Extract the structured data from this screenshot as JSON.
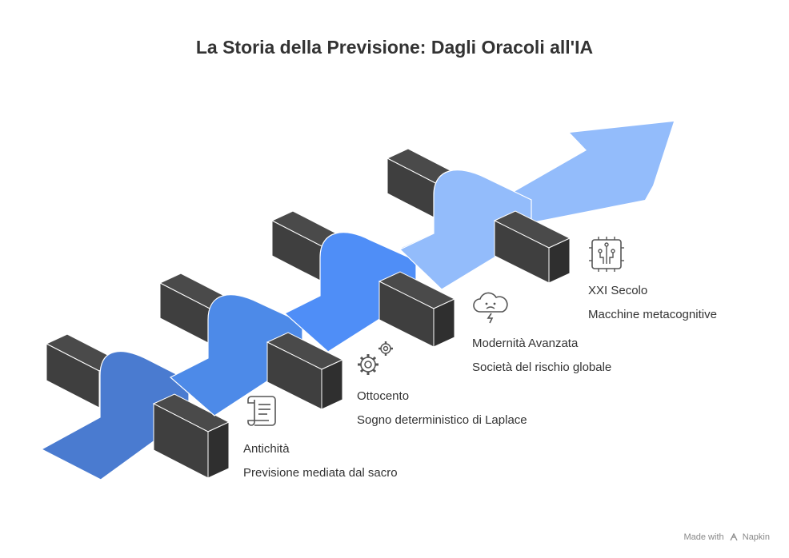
{
  "title": "La Storia della Previsione: Dagli Oracoli all'IA",
  "colors": {
    "ribbon_1": "#4a7bd0",
    "ribbon_2": "#4d8ae8",
    "ribbon_3": "#4f8ef7",
    "ribbon_4": "#93bcfb",
    "arrow": "#93bcfb",
    "block": "#3f3f3f",
    "text": "#333333"
  },
  "stages": [
    {
      "title": "Antichità",
      "description": "Previsione mediata dal sacro",
      "icon": "scroll-icon"
    },
    {
      "title": "Ottocento",
      "description": "Sogno deterministico di Laplace",
      "icon": "gears-icon"
    },
    {
      "title": "Modernità Avanzata",
      "description": "Società del rischio globale",
      "icon": "storm-cloud-icon"
    },
    {
      "title": "XXI Secolo",
      "description": "Macchine metacognitive",
      "icon": "circuit-chip-icon"
    }
  ],
  "footer": {
    "made_with": "Made with",
    "brand": "Napkin"
  }
}
